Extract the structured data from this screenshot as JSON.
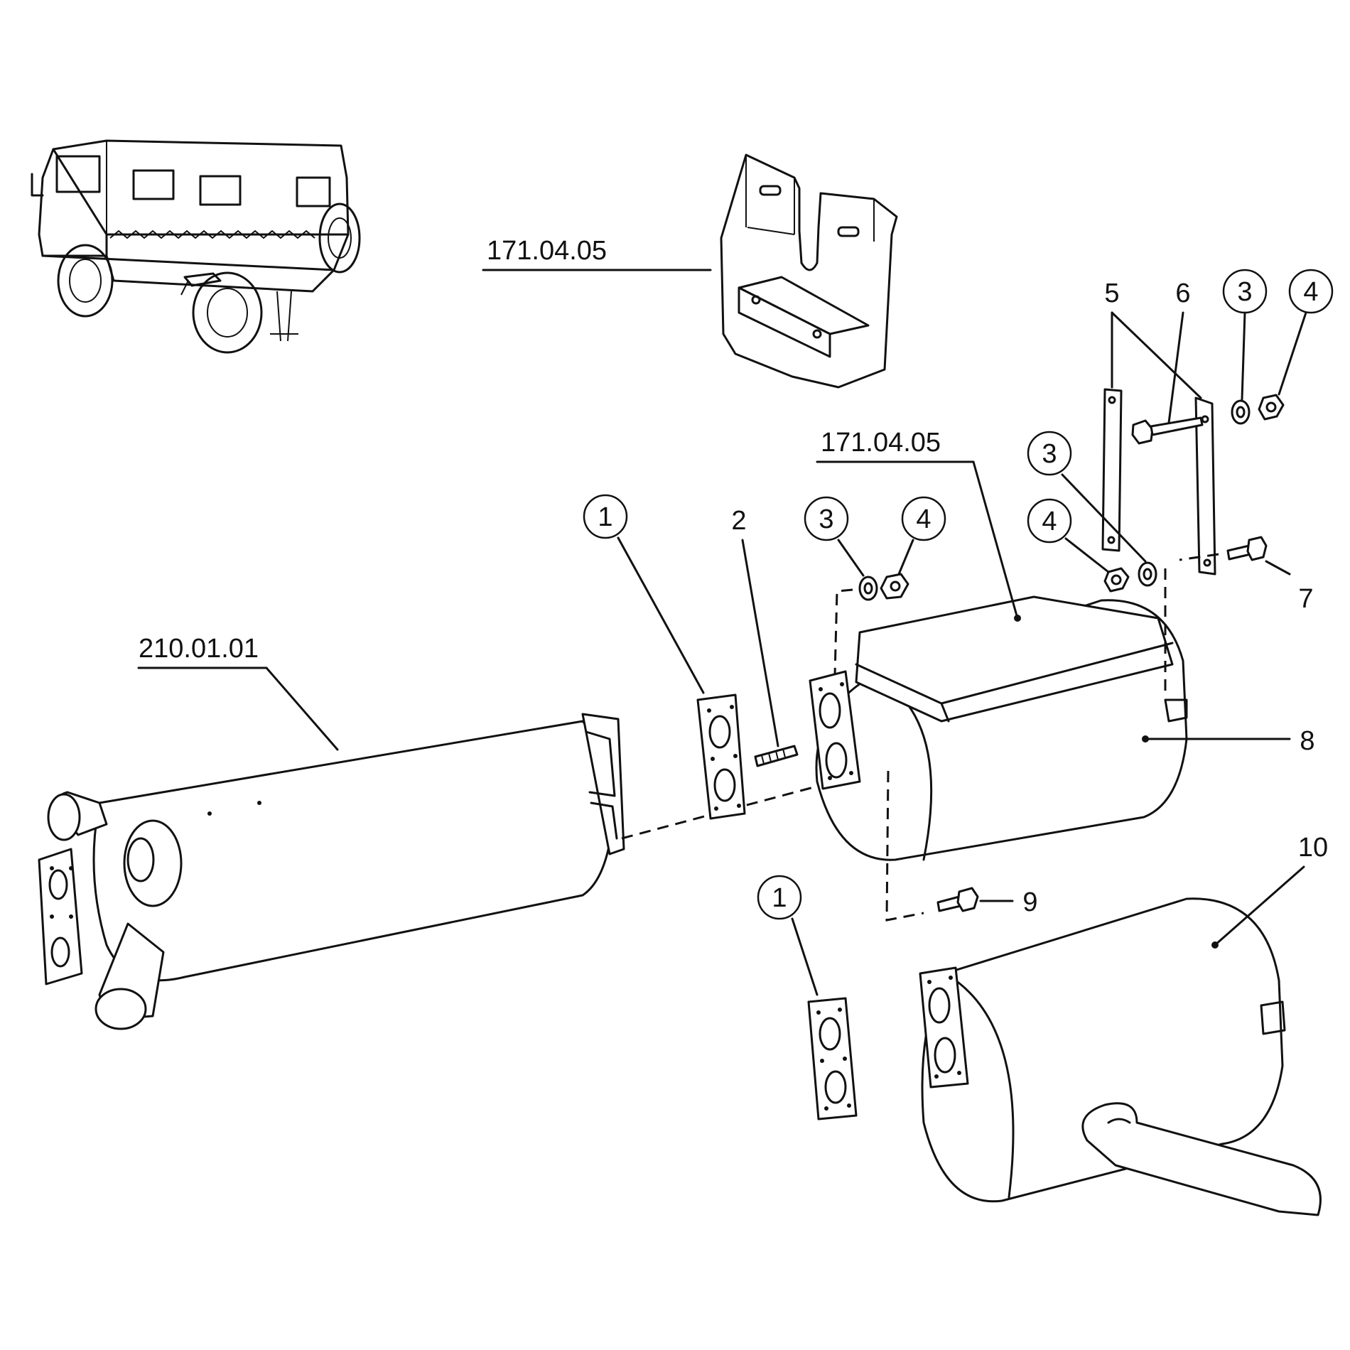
{
  "diagram": {
    "ref_bracket_top": "171.04.05",
    "ref_bracket_main": "171.04.05",
    "ref_manifold": "210.01.01",
    "callouts": {
      "c1a": "1",
      "c1b": "1",
      "c2": "2",
      "c3a": "3",
      "c3b": "3",
      "c3c": "3",
      "c4a": "4",
      "c4b": "4",
      "c4c": "4",
      "c5": "5",
      "c6": "6",
      "c7": "7",
      "c8": "8",
      "c9": "9",
      "c10": "10"
    }
  }
}
